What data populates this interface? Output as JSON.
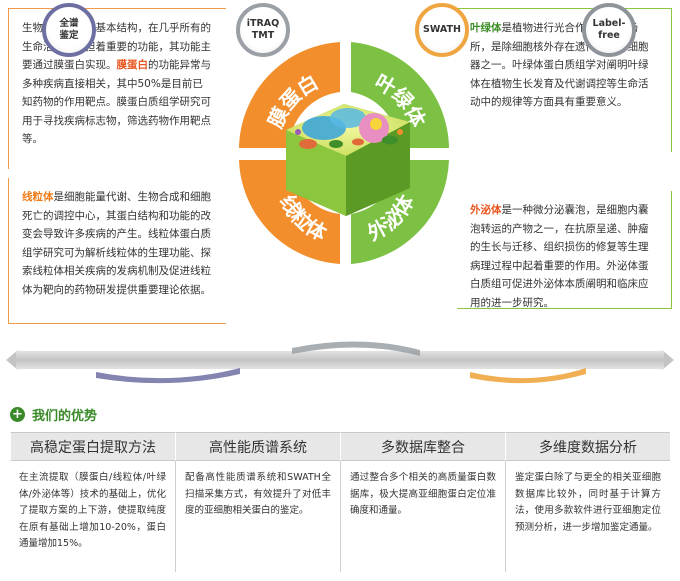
{
  "infographic": {
    "membrane": {
      "title": "膜蛋白",
      "pre": "生物膜是细胞的基本结构，在几乎所有的生命活动中承担着重要的功能，其功能主要通过膜蛋白实现。",
      "hl": "膜蛋白",
      "post": "的功能异常与多种疾病直接相关，其中50%是目前已知药物的作用靶点。膜蛋白质组学研究可用于寻找疾病标志物，筛选药物作用靶点等。"
    },
    "chloroplast": {
      "title": "叶绿体",
      "hl": "叶绿体",
      "post": "是植物进行光合作用的主要场所，是除细胞核外存在遗传物质的细胞器之一。叶绿体蛋白质组学对阐明叶绿体在植物生长发育及代谢调控等生命活动中的规律等方面具有重要意义。"
    },
    "mitochondria": {
      "title": "线粒体",
      "hl": "线粒体",
      "post": "是细胞能量代谢、生物合成和细胞死亡的调控中心，其蛋白结构和功能的改变会导致许多疾病的产生。线粒体蛋白质组学研究可为解析线粒体的生理功能、探索线粒体相关疾病的发病机制及促进线粒体为靶向的药物研发提供重要理论依据。"
    },
    "exosome": {
      "title": "外泌体",
      "hl": "外泌体",
      "post": "是一种微分泌囊泡，是细胞内囊泡转运的产物之一，在抗原呈递、肿瘤的生长与迁移、组织损伤的修复等生理病理过程中起着重要的作用。外泌体蛋白质组可促进外泌体本质阐明和临床应用的进一步研究。"
    }
  },
  "tech": {
    "full": [
      "全谱",
      "鉴定"
    ],
    "itraq": [
      "iTRAQ",
      "TMT"
    ],
    "swath": "SWATH",
    "label": [
      "Label-",
      "free"
    ]
  },
  "advantages": {
    "title": "我们的优势",
    "items": [
      {
        "head": "高稳定蛋白提取方法",
        "body": "在主流提取（膜蛋白/线粒体/叶绿体/外泌体等）技术的基础上，优化了提取方案的上下游，使提取纯度在原有基础上增加10-20%，蛋白通量增加15%。"
      },
      {
        "head": "高性能质谱系统",
        "body": "配备高性能质谱系统和SWATH全扫描采集方式，有效提升了对低丰度的亚细胞相关蛋白的鉴定。"
      },
      {
        "head": "多数据库整合",
        "body": "通过整合多个相关的高质量蛋白数据库，极大提高亚细胞蛋白定位准确度和通量。"
      },
      {
        "head": "多维度数据分析",
        "body": "鉴定蛋白除了与更全的相关亚细胞数据库比较外，同时基于计算方法，使用多款软件进行亚细胞定位预测分析，进一步增加鉴定通量。"
      }
    ]
  },
  "colors": {
    "orange": "#f28e2b",
    "green": "#7cc143",
    "purple": "#6d6fa2",
    "yellow": "#f0a640",
    "gray": "#9aa0a6"
  }
}
